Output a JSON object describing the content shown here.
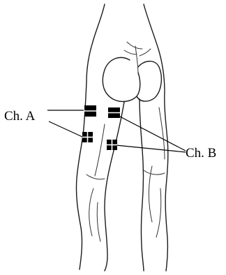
{
  "labels": {
    "channel_a": "Ch. A",
    "channel_b": "Ch. B"
  },
  "electrode_pads": [
    {
      "channel": "A",
      "style": "split-horizontal"
    },
    {
      "channel": "A",
      "style": "quad"
    },
    {
      "channel": "B",
      "style": "split-horizontal"
    },
    {
      "channel": "B",
      "style": "quad"
    }
  ],
  "colors": {
    "line": "#000000",
    "background": "#ffffff"
  }
}
